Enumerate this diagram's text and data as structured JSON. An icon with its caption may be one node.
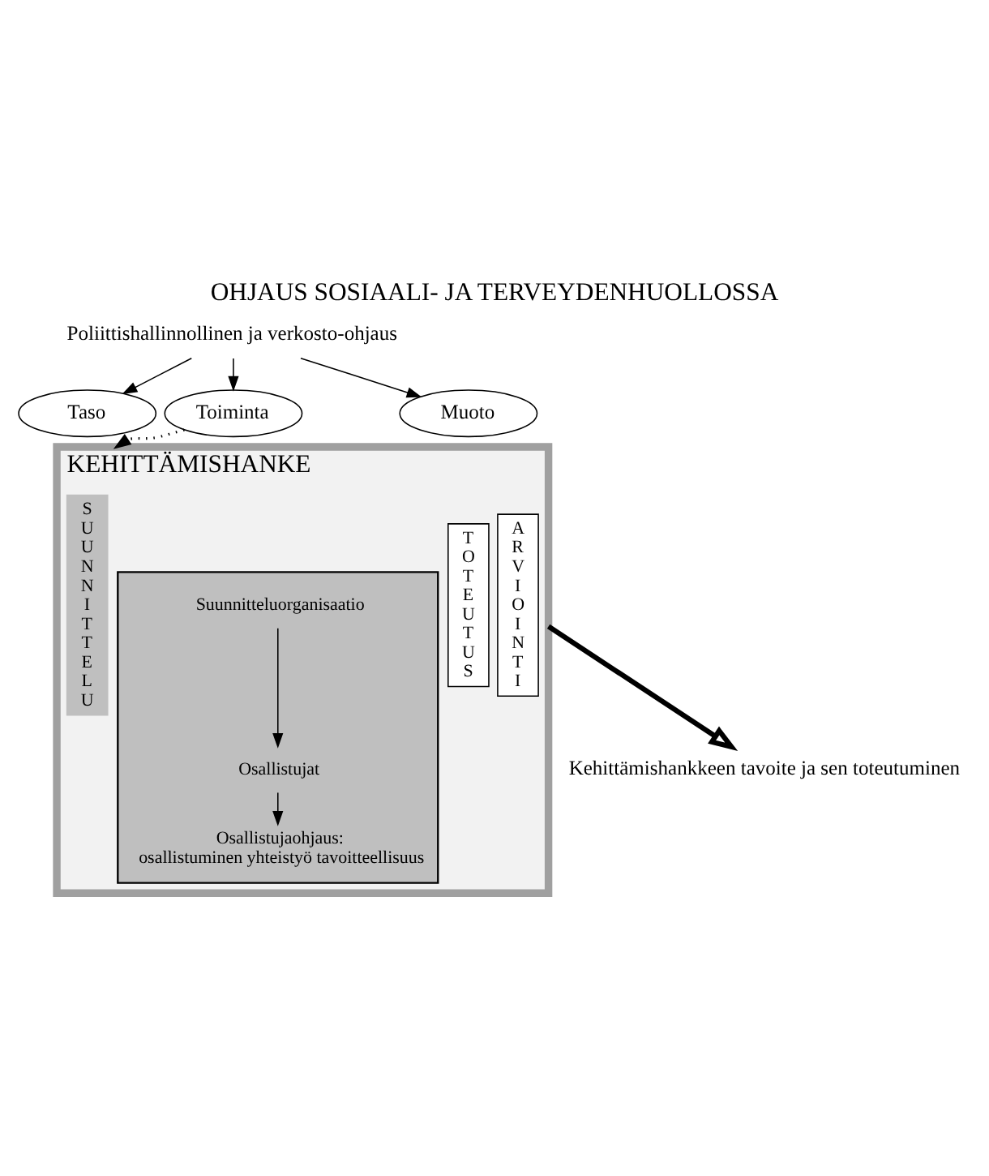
{
  "diagram": {
    "title": "OHJAUS SOSIAALI- JA TERVEYDENHUOLLOSSA",
    "nodes": [
      {
        "text": [
          "Poliittishallinnollinen ja verkosto-ohjaus"
        ]
      },
      {
        "text": [
          "Taso"
        ]
      },
      {
        "text": [
          "Toiminta"
        ]
      },
      {
        "text": [
          "Muoto"
        ]
      },
      {
        "text": [
          "KEHITTÄMISHANKE"
        ]
      },
      {
        "text": [
          "SUUNNITTELU"
        ],
        "in": 4
      },
      {
        "text": [],
        "shape": "box",
        "in": 4
      },
      {
        "text": [
          "Suunnitteluorganisaatio"
        ],
        "in": 6
      },
      {
        "text": [
          "Osallistujat"
        ],
        "in": 6
      },
      {
        "text": [
          "Osallistujaohjaus:",
          "osallistuminen yhteistyö tavoitteellisuus"
        ],
        "in": 6
      },
      {
        "text": [
          "TOTEUTUS"
        ],
        "in": 4
      },
      {
        "text": [
          "ARVIOINTI"
        ],
        "in": 4
      },
      {
        "text": [
          "Kehittämishankkeen tavoite ja sen toteutuminen"
        ]
      }
    ],
    "edges": [
      {
        "from": 0,
        "to": 1,
        "arrow": "to"
      },
      {
        "from": 0,
        "to": 2,
        "arrow": "to"
      },
      {
        "from": 0,
        "to": 3,
        "arrow": "to"
      },
      {
        "from": 2,
        "to": 4,
        "arrow": "to",
        "style": "dashed"
      },
      {
        "from": 7,
        "to": 8,
        "arrow": "to"
      },
      {
        "from": 8,
        "to": 9,
        "arrow": "to"
      },
      {
        "from": 4,
        "to": 12,
        "arrow": "to",
        "style": "thick"
      }
    ]
  }
}
